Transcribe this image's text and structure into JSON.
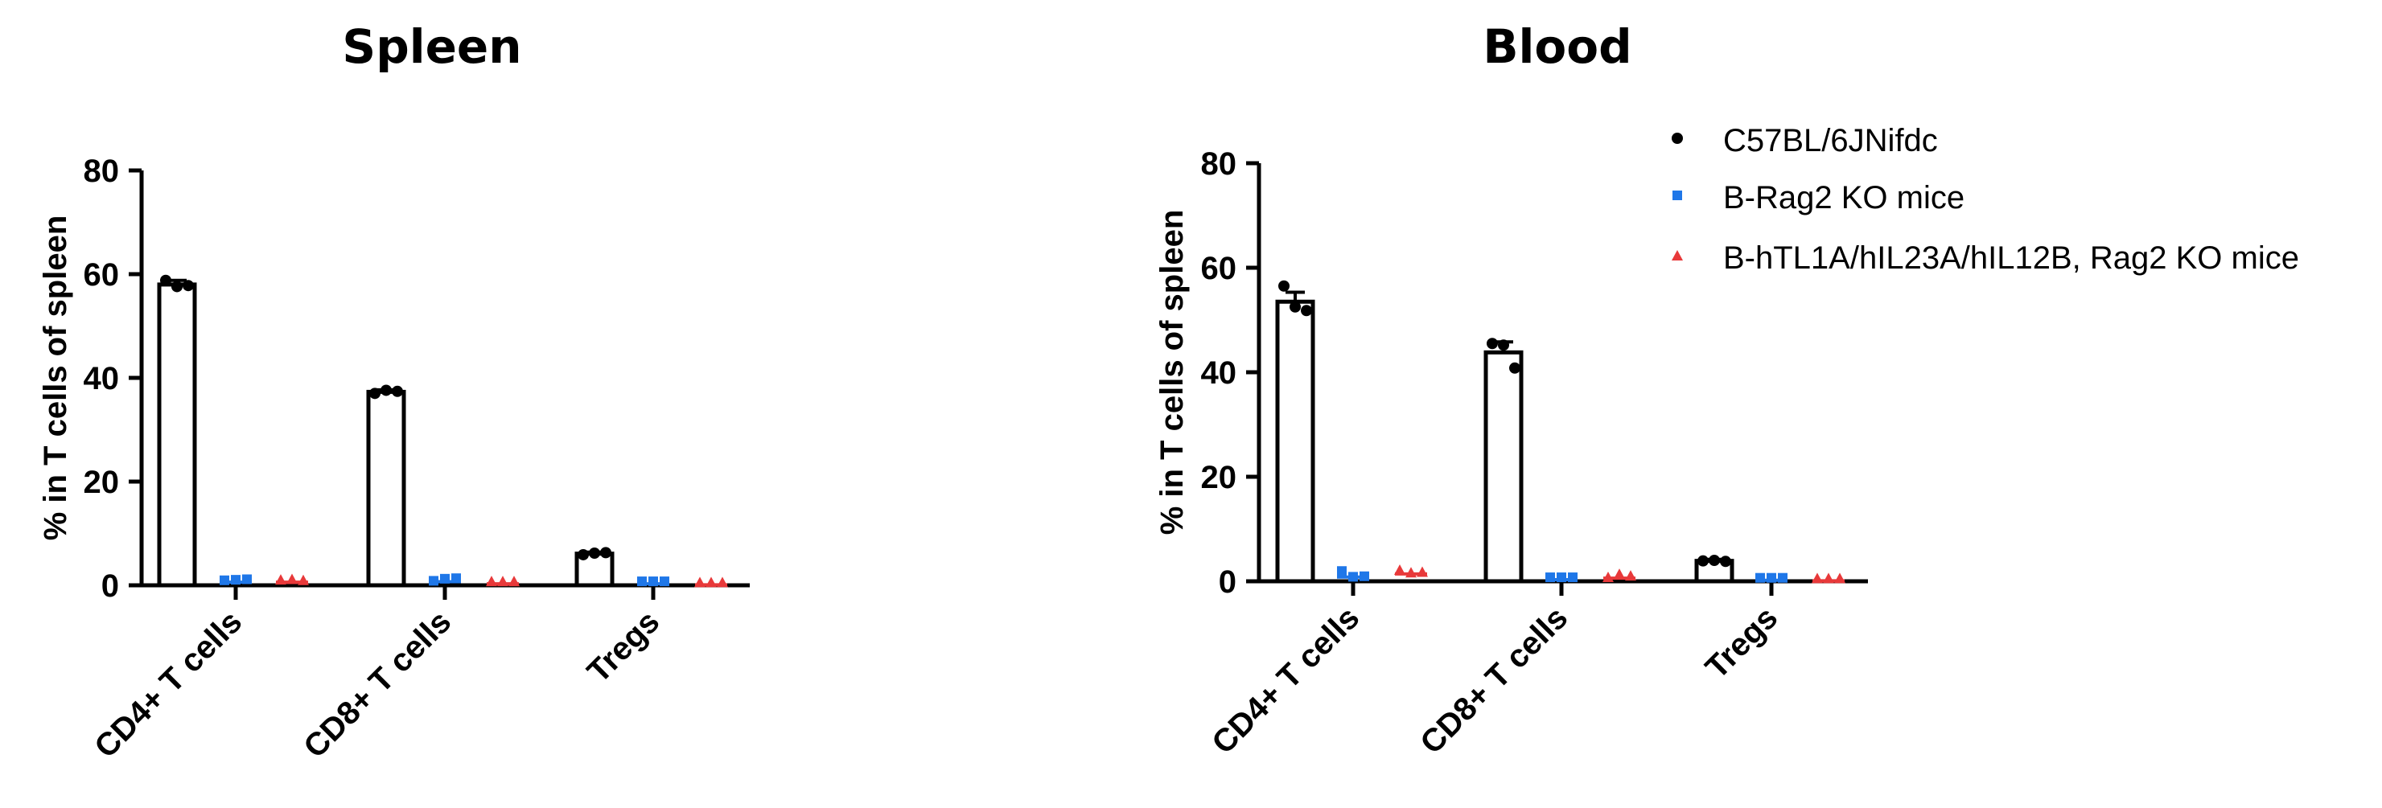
{
  "chart_data": [
    {
      "type": "bar",
      "title": "Spleen",
      "ylabel": "% in T cells of spleen",
      "xlabel": "",
      "ylim": [
        0,
        80
      ],
      "yticks": [
        0,
        20,
        40,
        60,
        80
      ],
      "categories": [
        "CD4+ T cells",
        "CD8+ T cells",
        "Tregs"
      ],
      "series": [
        {
          "name": "C57BL/6JNifdc",
          "color": "#000000",
          "marker": "circle",
          "values": [
            58.0,
            37.3,
            6.1
          ],
          "error": [
            0.8,
            0.4,
            0.3
          ],
          "points": [
            [
              58.8,
              57.6,
              57.8
            ],
            [
              37.0,
              37.6,
              37.4
            ],
            [
              5.9,
              6.2,
              6.3
            ]
          ]
        },
        {
          "name": "B-Rag2 KO mice",
          "color": "#1F77E8",
          "marker": "square",
          "values": [
            0.6,
            0.7,
            0.3
          ],
          "error": [
            0.1,
            0.1,
            0.05
          ],
          "points": [
            [
              0.5,
              0.6,
              0.7
            ],
            [
              0.4,
              0.8,
              0.9
            ],
            [
              0.3,
              0.3,
              0.3
            ]
          ]
        },
        {
          "name": "B-hTL1A/hIL23A/hIL12B, Rag2 KO mice",
          "color": "#E8393A",
          "marker": "triangle",
          "values": [
            0.6,
            0.3,
            0.1
          ],
          "error": [
            0.1,
            0.05,
            0.05
          ],
          "points": [
            [
              0.6,
              0.7,
              0.5
            ],
            [
              0.3,
              0.3,
              0.3
            ],
            [
              0.1,
              0.1,
              0.1
            ]
          ]
        }
      ]
    },
    {
      "type": "bar",
      "title": "Blood",
      "ylabel": "% in T cells of spleen",
      "xlabel": "",
      "ylim": [
        0,
        80
      ],
      "yticks": [
        0,
        20,
        40,
        60,
        80
      ],
      "categories": [
        "CD4+ T cells",
        "CD8+ T cells",
        "Tregs"
      ],
      "series": [
        {
          "name": "C57BL/6JNifdc",
          "color": "#000000",
          "marker": "circle",
          "values": [
            53.5,
            43.8,
            3.9
          ],
          "error": [
            1.8,
            2.0,
            0.3
          ],
          "points": [
            [
              56.5,
              52.5,
              51.8
            ],
            [
              45.5,
              45.2,
              40.8
            ],
            [
              3.9,
              4.0,
              3.8
            ]
          ]
        },
        {
          "name": "B-Rag2 KO mice",
          "color": "#1F77E8",
          "marker": "square",
          "values": [
            0.8,
            0.3,
            0.2
          ],
          "error": [
            0.3,
            0.05,
            0.05
          ],
          "points": [
            [
              1.5,
              0.4,
              0.5
            ],
            [
              0.3,
              0.3,
              0.3
            ],
            [
              0.2,
              0.2,
              0.2
            ]
          ]
        },
        {
          "name": "B-hTL1A/hIL23A/hIL12B, Rag2 KO mice",
          "color": "#E8393A",
          "marker": "triangle",
          "values": [
            1.4,
            0.6,
            0.1
          ],
          "error": [
            0.3,
            0.2,
            0.05
          ],
          "points": [
            [
              1.7,
              1.2,
              1.3
            ],
            [
              0.3,
              0.9,
              0.6
            ],
            [
              0.1,
              0.1,
              0.1
            ]
          ]
        }
      ]
    }
  ],
  "legend": {
    "position": "top-right",
    "items": [
      {
        "label": "C57BL/6JNifdc",
        "color": "#000000",
        "marker": "circle"
      },
      {
        "label": "B-Rag2 KO mice",
        "color": "#1F77E8",
        "marker": "square"
      },
      {
        "label": "B-hTL1A/hIL23A/hIL12B, Rag2 KO mice",
        "color": "#E8393A",
        "marker": "triangle"
      }
    ]
  }
}
